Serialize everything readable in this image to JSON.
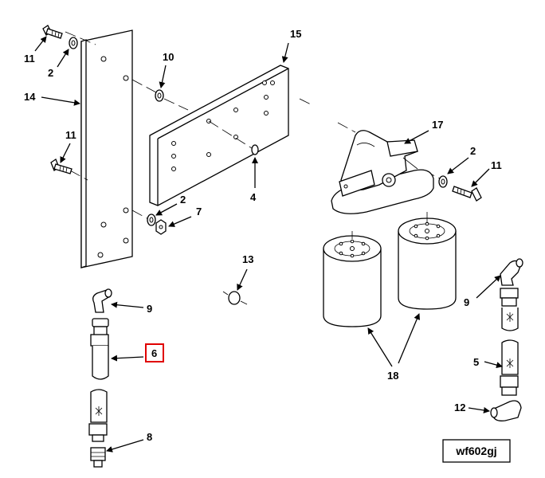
{
  "callouts": [
    {
      "id": "c11a",
      "text": "11"
    },
    {
      "id": "c2a",
      "text": "2"
    },
    {
      "id": "c10",
      "text": "10"
    },
    {
      "id": "c15",
      "text": "15"
    },
    {
      "id": "c14",
      "text": "14"
    },
    {
      "id": "c11b",
      "text": "11"
    },
    {
      "id": "c4",
      "text": "4"
    },
    {
      "id": "c17",
      "text": "17"
    },
    {
      "id": "c2b",
      "text": "2"
    },
    {
      "id": "c11c",
      "text": "11"
    },
    {
      "id": "c2c",
      "text": "2"
    },
    {
      "id": "c7",
      "text": "7"
    },
    {
      "id": "c13",
      "text": "13"
    },
    {
      "id": "c9a",
      "text": "9"
    },
    {
      "id": "c6",
      "text": "6"
    },
    {
      "id": "c8",
      "text": "8"
    },
    {
      "id": "c18",
      "text": "18"
    },
    {
      "id": "c9b",
      "text": "9"
    },
    {
      "id": "c5",
      "text": "5"
    },
    {
      "id": "c12",
      "text": "12"
    }
  ],
  "highlight": {
    "callout": "6",
    "color": "#e00000"
  },
  "reference_code": "wf602gj"
}
